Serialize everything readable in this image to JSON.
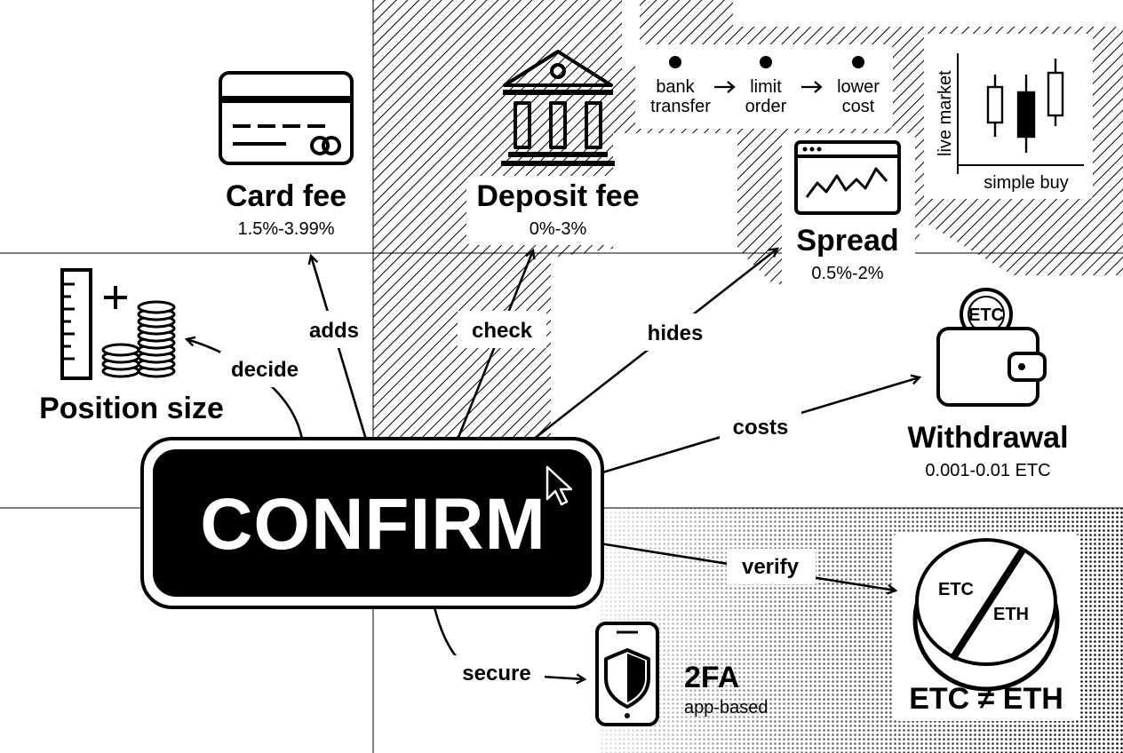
{
  "center_button": {
    "label": "CONFIRM"
  },
  "nodes": {
    "card_fee": {
      "title": "Card fee",
      "value": "1.5%-3.99%",
      "icon": "credit-card-icon"
    },
    "deposit_fee": {
      "title": "Deposit fee",
      "value": "0%-3%",
      "icon": "bank-icon"
    },
    "spread": {
      "title": "Spread",
      "value": "0.5%-2%",
      "icon": "chart-window-icon"
    },
    "position_size": {
      "title": "Position size",
      "icon": "ruler-coins-icon"
    },
    "withdrawal": {
      "title": "Withdrawal",
      "value": "0.001-0.01 ETC",
      "icon": "wallet-icon",
      "coin_label": "ETC"
    },
    "twofa": {
      "title": "2FA",
      "value": "app-based",
      "icon": "phone-shield-icon"
    },
    "etc_eth": {
      "title": "ETC ≠ ETH",
      "coin_left": "ETC",
      "coin_right": "ETH",
      "icon": "no-etc-eth-icon"
    }
  },
  "edges": {
    "adds": "adds",
    "check": "check",
    "hides": "hides",
    "decide": "decide",
    "costs": "costs",
    "verify": "verify",
    "secure": "secure"
  },
  "flow": {
    "steps": [
      {
        "line1": "bank",
        "line2": "transfer"
      },
      {
        "line1": "limit",
        "line2": "order"
      },
      {
        "line1": "lower",
        "line2": "cost"
      }
    ]
  },
  "candle_chart": {
    "ylabel": "live market",
    "xlabel": "simple buy"
  }
}
